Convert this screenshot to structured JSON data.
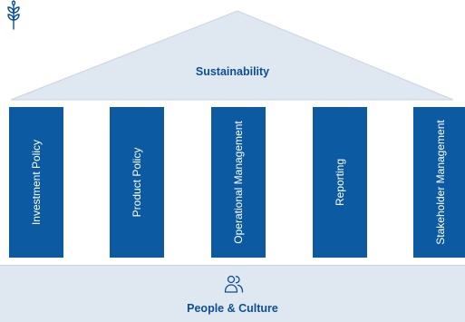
{
  "roof": {
    "title": "Sustainability",
    "icon": "plant-icon"
  },
  "pillars": [
    {
      "label": "Investment Policy"
    },
    {
      "label": "Product Policy"
    },
    {
      "label": "Operational Management"
    },
    {
      "label": "Reporting"
    },
    {
      "label": "Stakeholder Management"
    }
  ],
  "base": {
    "title": "People & Culture",
    "icon": "people-icon"
  },
  "colors": {
    "pillar": "#0b5aa2",
    "roof_fill": "#dfe7f1",
    "text_accent": "#0b4f96"
  }
}
